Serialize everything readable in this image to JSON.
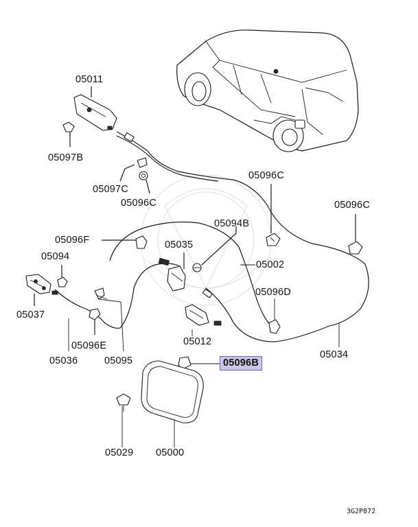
{
  "diagram": {
    "highlight_color": "#c9c6e8",
    "highlight_border": "#6b66b5",
    "drawing_code": "3G2P872",
    "labels": {
      "p05011": "05011",
      "p05097B": "05097B",
      "p05097C": "05097C",
      "p05096C_a": "05096C",
      "p05096C_b": "05096C",
      "p05096C_c": "05096C",
      "p05094B": "05094B",
      "p05096F": "05096F",
      "p05035": "05035",
      "p05002": "05002",
      "p05094": "05094",
      "p05096D": "05096D",
      "p05037": "05037",
      "p05012": "05012",
      "p05096E": "05096E",
      "p05036": "05036",
      "p05095": "05095",
      "p05034": "05034",
      "p05096B": "05096B",
      "p05029": "05029",
      "p05000": "05000"
    }
  }
}
